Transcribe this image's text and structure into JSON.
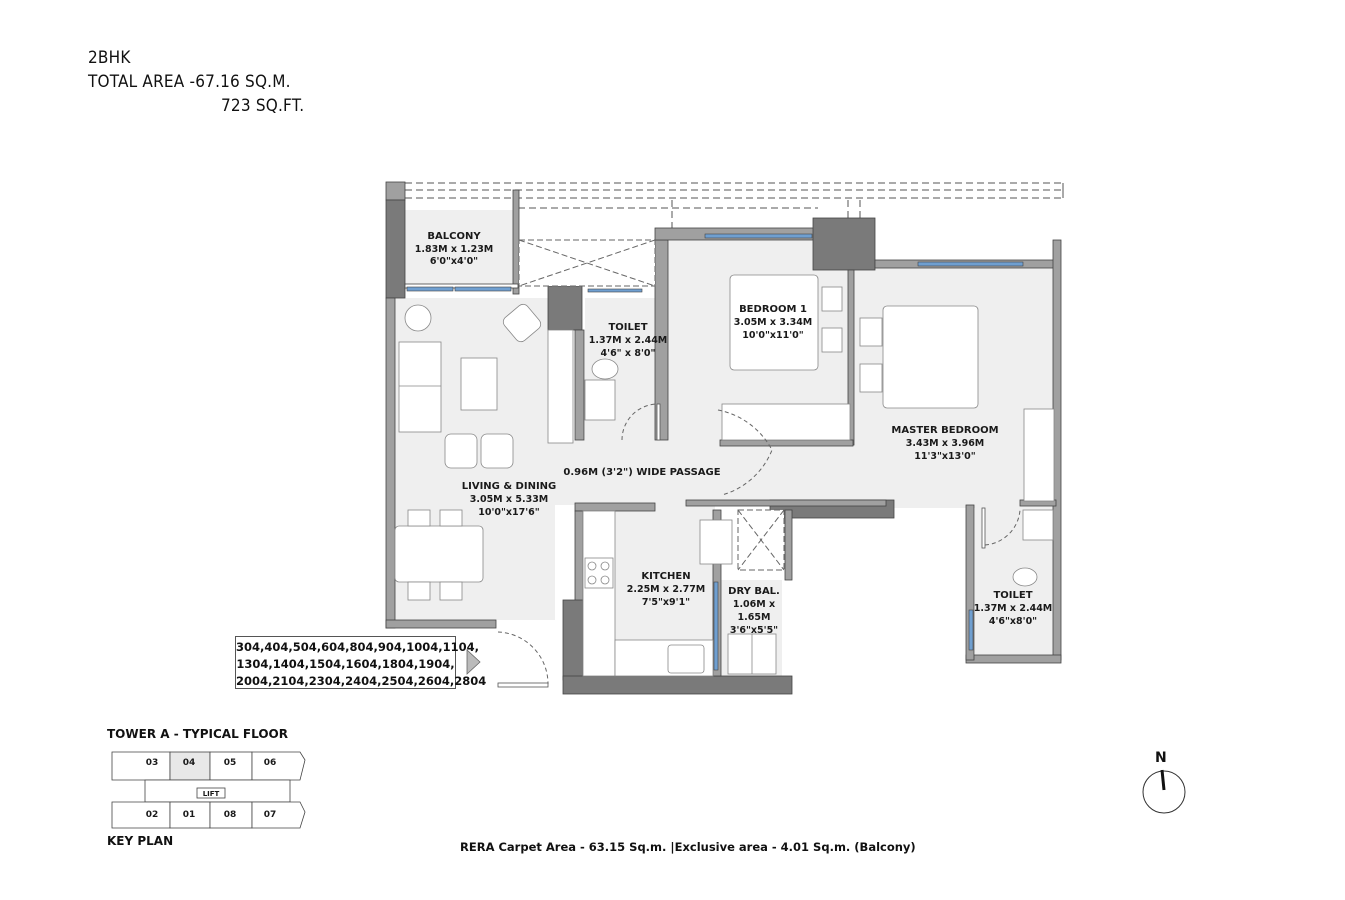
{
  "header": {
    "unit_type": "2BHK",
    "total_area_label": "TOTAL AREA -67.16 SQ.M.",
    "total_area_sqft": "723 SQ.FT."
  },
  "rooms": {
    "balcony": {
      "name": "BALCONY",
      "metric": "1.83M x 1.23M",
      "imperial": "6'0\"x4'0\""
    },
    "toilet_1": {
      "name": "TOILET",
      "metric": "1.37M x 2.44M",
      "imperial": "4'6\" x 8'0\""
    },
    "bedroom_1": {
      "name": "BEDROOM 1",
      "metric": "3.05M x 3.34M",
      "imperial": "10'0\"x11'0\""
    },
    "master_bedroom": {
      "name": "MASTER BEDROOM",
      "metric": "3.43M x 3.96M",
      "imperial": "11'3\"x13'0\""
    },
    "passage": {
      "name": "0.96M (3'2\") WIDE PASSAGE"
    },
    "living_dining": {
      "name": "LIVING & DINING",
      "metric": "3.05M x 5.33M",
      "imperial": "10'0\"x17'6\""
    },
    "kitchen": {
      "name": "KITCHEN",
      "metric": "2.25M x 2.77M",
      "imperial": "7'5\"x9'1\""
    },
    "dry_balcony": {
      "name": "DRY BAL.",
      "metric_1": "1.06M x",
      "metric_2": "1.65M",
      "imperial": "3'6\"x5'5\""
    },
    "toilet_2": {
      "name": "TOILET",
      "metric": "1.37M x 2.44M",
      "imperial": "4'6\"x8'0\""
    }
  },
  "unit_numbers": {
    "line_1": "304,404,504,604,804,904,1004,1104,",
    "line_2": "1304,1404,1504,1604,1804,1904,",
    "line_3": "2004,2104,2304,2404,2504,2604,2804"
  },
  "key_plan": {
    "title": "TOWER A - TYPICAL FLOOR",
    "label": "KEY PLAN",
    "top_units": [
      "03",
      "04",
      "05",
      "06"
    ],
    "bottom_units": [
      "02",
      "01",
      "08",
      "07"
    ],
    "core_label": "LIFT",
    "highlighted_unit": "04",
    "highlight_color": "#e8e8e8"
  },
  "footer": {
    "rera_text": "RERA Carpet Area - 63.15 Sq.m. |Exclusive area - 4.01 Sq.m.  (Balcony)"
  },
  "compass": {
    "label": "N"
  },
  "colors": {
    "floor": "#efefef",
    "wall": "#a0a0a0",
    "column": "#7a7a7a",
    "window": "#6f9fd0",
    "text": "#1a1a1a"
  }
}
